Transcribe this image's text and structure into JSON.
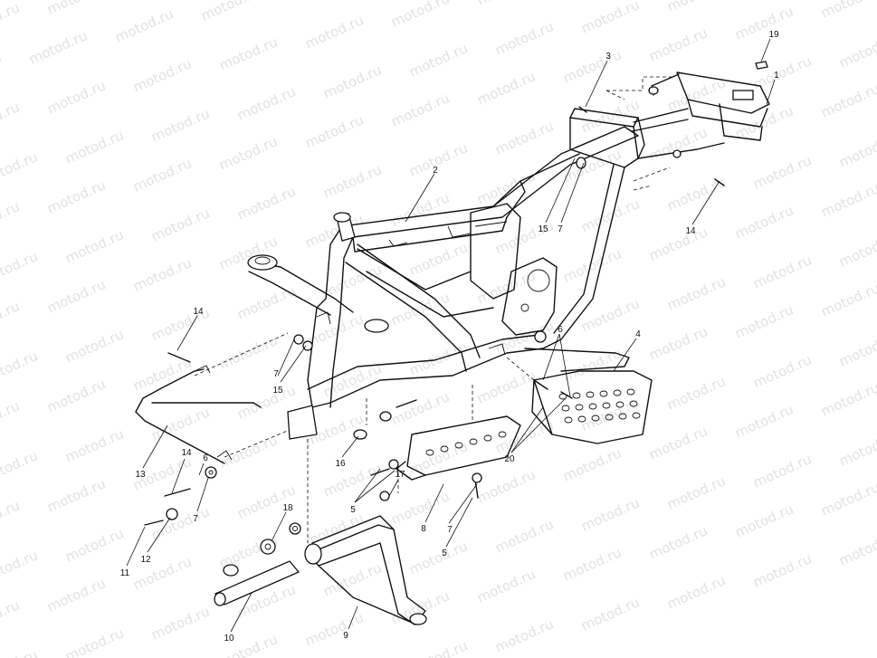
{
  "watermark": {
    "text": "motod.ru",
    "color": "#e2e2e2"
  },
  "callouts": [
    "19",
    "1",
    "3",
    "2",
    "15",
    "7",
    "14",
    "4",
    "6",
    "14",
    "7",
    "15",
    "13",
    "14",
    "6",
    "7",
    "16",
    "17",
    "5",
    "11",
    "12",
    "18",
    "20",
    "8",
    "7",
    "5",
    "10",
    "9"
  ]
}
